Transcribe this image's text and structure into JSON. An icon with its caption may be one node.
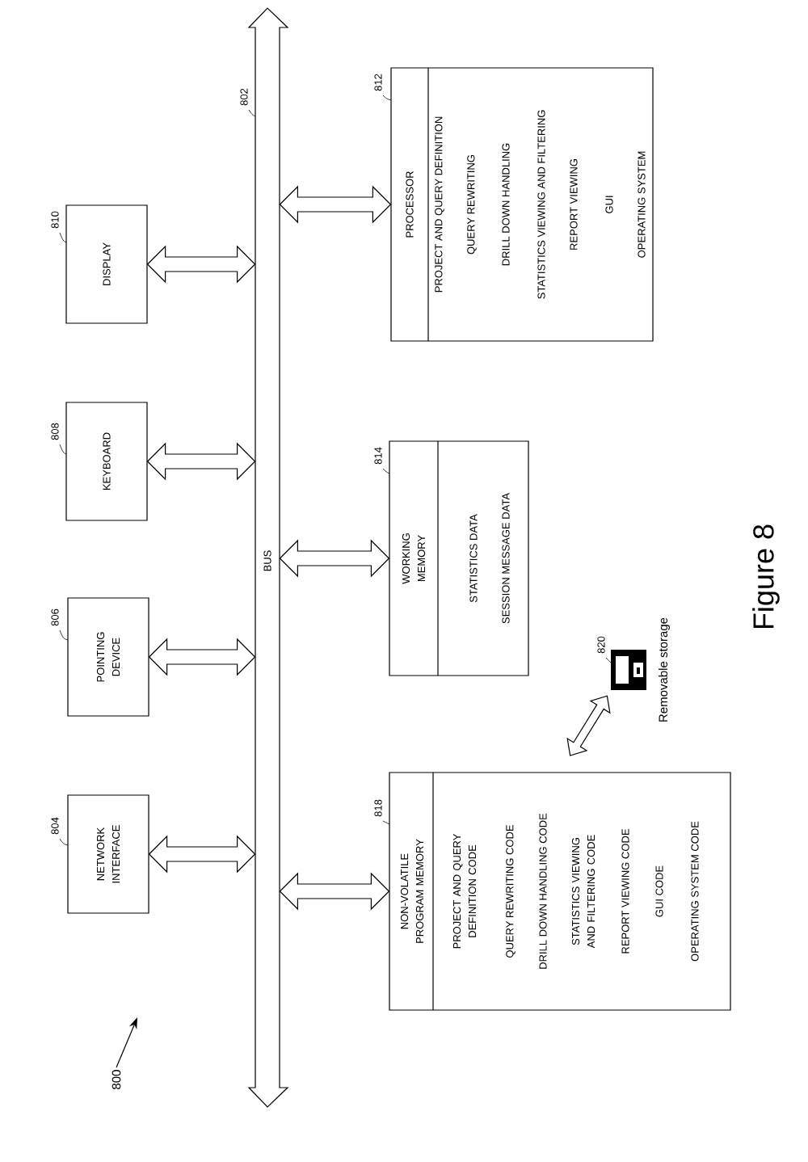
{
  "diagram": {
    "caption": "Figure 8",
    "nodes": [
      {
        "text": [
          "NETWORK INTERFACE"
        ],
        "beside": [
          "804"
        ]
      },
      {
        "text": [
          "POINTING DEVICE"
        ],
        "beside": [
          "806"
        ]
      },
      {
        "text": [
          "KEYBOARD"
        ],
        "beside": [
          "808"
        ]
      },
      {
        "text": [
          "DISPLAY"
        ],
        "beside": [
          "810"
        ]
      },
      {
        "text": [
          "BUS"
        ],
        "beside": [
          "802"
        ]
      },
      {
        "text": [
          "NON-VOLATILE PROGRAM MEMORY",
          "PROJECT AND QUERY DEFINITION CODE",
          "QUERY REWRITING CODE",
          "DRILL DOWN HANDLING CODE",
          "STATISTICS VIEWING AND FILTERING CODE",
          "REPORT VIEWING CODE",
          "GUI CODE",
          "OPERATING SYSTEM CODE"
        ],
        "beside": [
          "818"
        ]
      },
      {
        "text": [
          "WORKING MEMORY",
          "STATISTICS DATA",
          "SESSION MESSAGE DATA"
        ],
        "beside": [
          "814"
        ]
      },
      {
        "text": [
          "PROCESSOR",
          "PROJECT AND QUERY DEFINITION",
          "QUERY REWRITING",
          "DRILL DOWN HANDLING",
          "STATISTICS VIEWING AND FILTERING",
          "REPORT VIEWING",
          "GUI",
          "OPERATING SYSTEM"
        ],
        "beside": [
          "812"
        ]
      },
      {
        "text": [
          "Removable storage"
        ],
        "beside": [
          "820"
        ]
      },
      {
        "text": [
          "800"
        ]
      }
    ],
    "edges": [
      {
        "from": 0,
        "to": 4,
        "arrow": "both"
      },
      {
        "from": 1,
        "to": 4,
        "arrow": "both"
      },
      {
        "from": 2,
        "to": 4,
        "arrow": "both"
      },
      {
        "from": 3,
        "to": 4,
        "arrow": "both"
      },
      {
        "from": 4,
        "to": 7,
        "arrow": "both"
      },
      {
        "from": 4,
        "to": 6,
        "arrow": "both"
      },
      {
        "from": 4,
        "to": 5,
        "arrow": "both"
      },
      {
        "from": 8,
        "to": 5,
        "arrow": "both"
      },
      {
        "from": 9,
        "to": null,
        "arrow": "to"
      }
    ]
  }
}
